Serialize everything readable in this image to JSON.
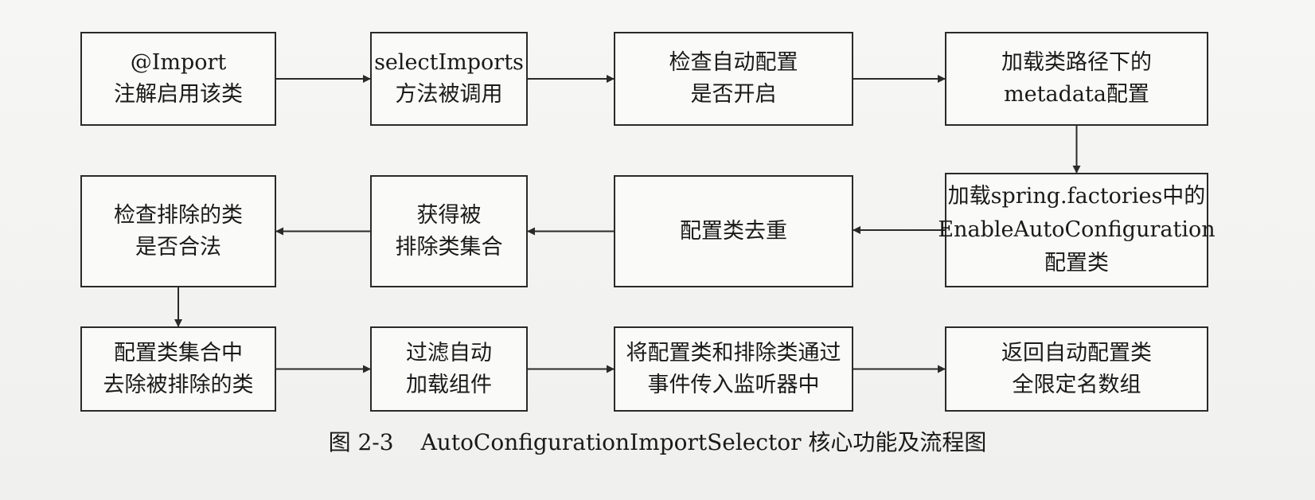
{
  "nodes": [
    {
      "id": "n1",
      "lines": [
        "@Import",
        "注解启用该类"
      ]
    },
    {
      "id": "n2",
      "lines": [
        "selectImports",
        "方法被调用"
      ]
    },
    {
      "id": "n3",
      "lines": [
        "检查自动配置",
        "是否开启"
      ]
    },
    {
      "id": "n4",
      "lines": [
        "加载类路径下的",
        "metadata配置"
      ]
    },
    {
      "id": "n5",
      "lines": [
        "检查排除的类",
        "是否合法"
      ]
    },
    {
      "id": "n6",
      "lines": [
        "获得被",
        "排除类集合"
      ]
    },
    {
      "id": "n7",
      "lines": [
        "配置类去重"
      ]
    },
    {
      "id": "n8",
      "lines": [
        "加载spring.factories中的",
        "EnableAutoConfiguration",
        "配置类"
      ]
    },
    {
      "id": "n9",
      "lines": [
        "配置类集合中",
        "去除被排除的类"
      ]
    },
    {
      "id": "n10",
      "lines": [
        "过滤自动",
        "加载组件"
      ]
    },
    {
      "id": "n11",
      "lines": [
        "将配置类和排除类通过",
        "事件传入监听器中"
      ]
    },
    {
      "id": "n12",
      "lines": [
        "返回自动配置类",
        "全限定名数组"
      ]
    }
  ],
  "edges": [
    {
      "from": "n1",
      "to": "n2"
    },
    {
      "from": "n2",
      "to": "n3"
    },
    {
      "from": "n3",
      "to": "n4"
    },
    {
      "from": "n4",
      "to": "n8"
    },
    {
      "from": "n8",
      "to": "n7"
    },
    {
      "from": "n7",
      "to": "n6"
    },
    {
      "from": "n6",
      "to": "n5"
    },
    {
      "from": "n5",
      "to": "n9"
    },
    {
      "from": "n9",
      "to": "n10"
    },
    {
      "from": "n10",
      "to": "n11"
    },
    {
      "from": "n11",
      "to": "n12"
    }
  ],
  "caption": {
    "figure_number": "图 2-3",
    "text": "AutoConfigurationImportSelector 核心功能及流程图"
  }
}
